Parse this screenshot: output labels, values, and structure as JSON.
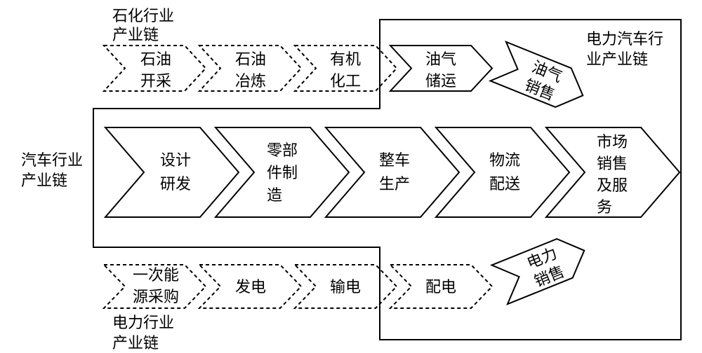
{
  "petrochemical_chain": {
    "title_lines": [
      "石化行业",
      "产业链"
    ],
    "steps": [
      {
        "lines": [
          "石油",
          "开采"
        ]
      },
      {
        "lines": [
          "石油",
          "冶炼"
        ]
      },
      {
        "lines": [
          "有机",
          "化工"
        ]
      },
      {
        "lines": [
          "油气",
          "储运"
        ]
      },
      {
        "lines": [
          "油气",
          "销售"
        ]
      }
    ]
  },
  "automotive_chain": {
    "title_lines": [
      "汽车行业",
      "产业链"
    ],
    "steps": [
      {
        "lines": [
          "设计",
          "研发"
        ]
      },
      {
        "lines": [
          "零部",
          "件制",
          "造"
        ]
      },
      {
        "lines": [
          "整车",
          "生产"
        ]
      },
      {
        "lines": [
          "物流",
          "配送"
        ]
      },
      {
        "lines": [
          "市场",
          "销售",
          "及服",
          "务"
        ]
      }
    ]
  },
  "power_chain": {
    "title_lines": [
      "电力行业",
      "产业链"
    ],
    "steps": [
      {
        "lines": [
          "一次能",
          "源采购"
        ]
      },
      {
        "lines": [
          "发电"
        ]
      },
      {
        "lines": [
          "输电"
        ]
      },
      {
        "lines": [
          "配电"
        ]
      },
      {
        "lines": [
          "电力",
          "销售"
        ]
      }
    ]
  },
  "ev_chain": {
    "title_lines": [
      "电力汽车行",
      "业产业链"
    ]
  }
}
